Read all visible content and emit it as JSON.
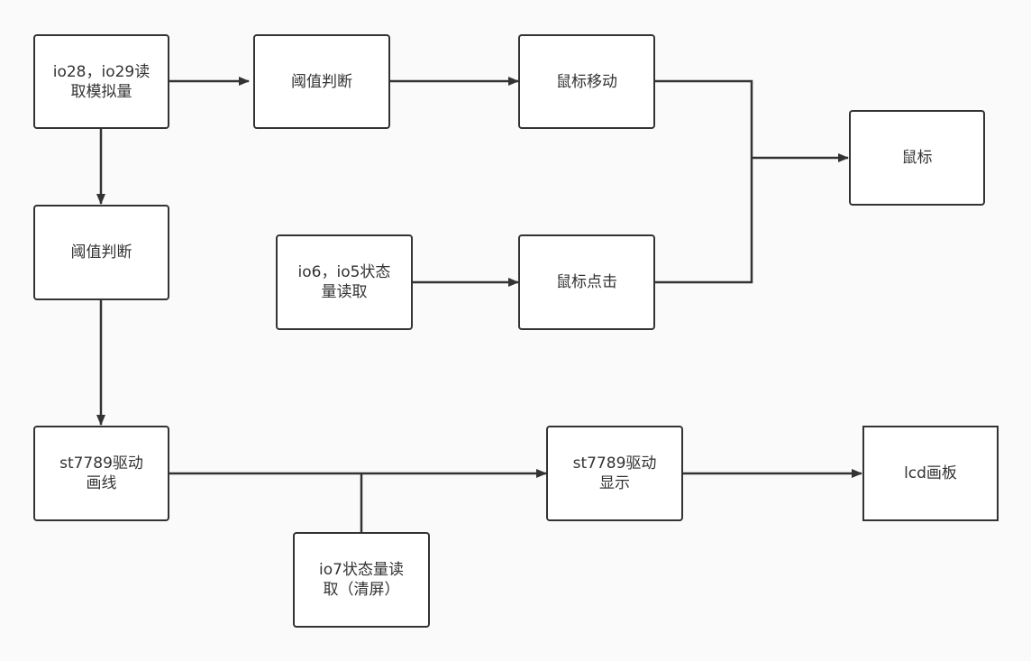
{
  "nodes": {
    "io28_read": "io28，io29读\n取模拟量",
    "threshold_top": "阈值判断",
    "mouse_move": "鼠标移动",
    "mouse": "鼠标",
    "threshold_left": "阈值判断",
    "io6_read": "io6，io5状态\n量读取",
    "mouse_click": "鼠标点击",
    "st7789_draw": "st7789驱动\n画线",
    "st7789_display": "st7789驱动\n显示",
    "lcd_canvas": "lcd画板",
    "io7_read": "io7状态量读\n取（清屏）"
  }
}
